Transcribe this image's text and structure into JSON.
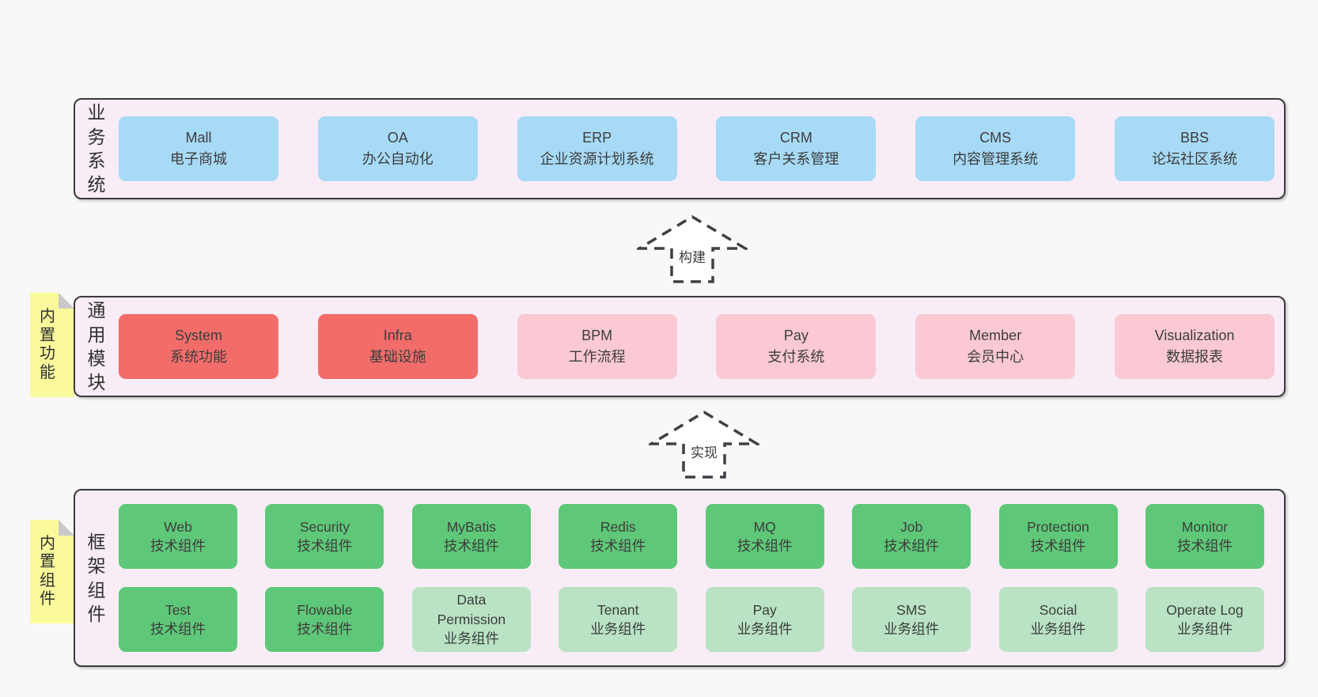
{
  "colors": {
    "background": "#f8f8f8",
    "panel_fill": "#f8edf6",
    "panel_border": "#3b3b3b",
    "business_box": "#a7daf6",
    "core_module_box": "#f26d6a",
    "optional_module_box": "#fac9d4",
    "tech_component_box": "#5ec878",
    "biz_component_box": "#b9e3c4",
    "sticky_note": "#fafa9c",
    "sticky_fold": "#c9c9c9"
  },
  "layers": {
    "business": {
      "label": "业务系统",
      "boxes": [
        {
          "name": "Mall",
          "desc": "电子商城"
        },
        {
          "name": "OA",
          "desc": "办公自动化"
        },
        {
          "name": "ERP",
          "desc": "企业资源计划系统"
        },
        {
          "name": "CRM",
          "desc": "客户关系管理"
        },
        {
          "name": "CMS",
          "desc": "内容管理系统"
        },
        {
          "name": "BBS",
          "desc": "论坛社区系统"
        }
      ]
    },
    "modules": {
      "label": "通用模块",
      "sticky": "内置功能",
      "boxes": [
        {
          "name": "System",
          "desc": "系统功能"
        },
        {
          "name": "Infra",
          "desc": "基础设施"
        },
        {
          "name": "BPM",
          "desc": "工作流程"
        },
        {
          "name": "Pay",
          "desc": "支付系统"
        },
        {
          "name": "Member",
          "desc": "会员中心"
        },
        {
          "name": "Visualization",
          "desc": "数据报表"
        }
      ]
    },
    "components": {
      "label": "框架组件",
      "sticky": "内置组件",
      "row1": [
        {
          "name": "Web",
          "desc": "技术组件"
        },
        {
          "name": "Security",
          "desc": "技术组件"
        },
        {
          "name": "MyBatis",
          "desc": "技术组件"
        },
        {
          "name": "Redis",
          "desc": "技术组件"
        },
        {
          "name": "MQ",
          "desc": "技术组件"
        },
        {
          "name": "Job",
          "desc": "技术组件"
        },
        {
          "name": "Protection",
          "desc": "技术组件"
        },
        {
          "name": "Monitor",
          "desc": "技术组件"
        }
      ],
      "row2": [
        {
          "name": "Test",
          "desc": "技术组件"
        },
        {
          "name": "Flowable",
          "desc": "技术组件"
        },
        {
          "name": "Data Permission",
          "desc": "业务组件"
        },
        {
          "name": "Tenant",
          "desc": "业务组件"
        },
        {
          "name": "Pay",
          "desc": "业务组件"
        },
        {
          "name": "SMS",
          "desc": "业务组件"
        },
        {
          "name": "Social",
          "desc": "业务组件"
        },
        {
          "name": "Operate Log",
          "desc": "业务组件"
        }
      ]
    }
  },
  "arrows": {
    "build": {
      "label": "构建"
    },
    "implement": {
      "label": "实现"
    }
  }
}
